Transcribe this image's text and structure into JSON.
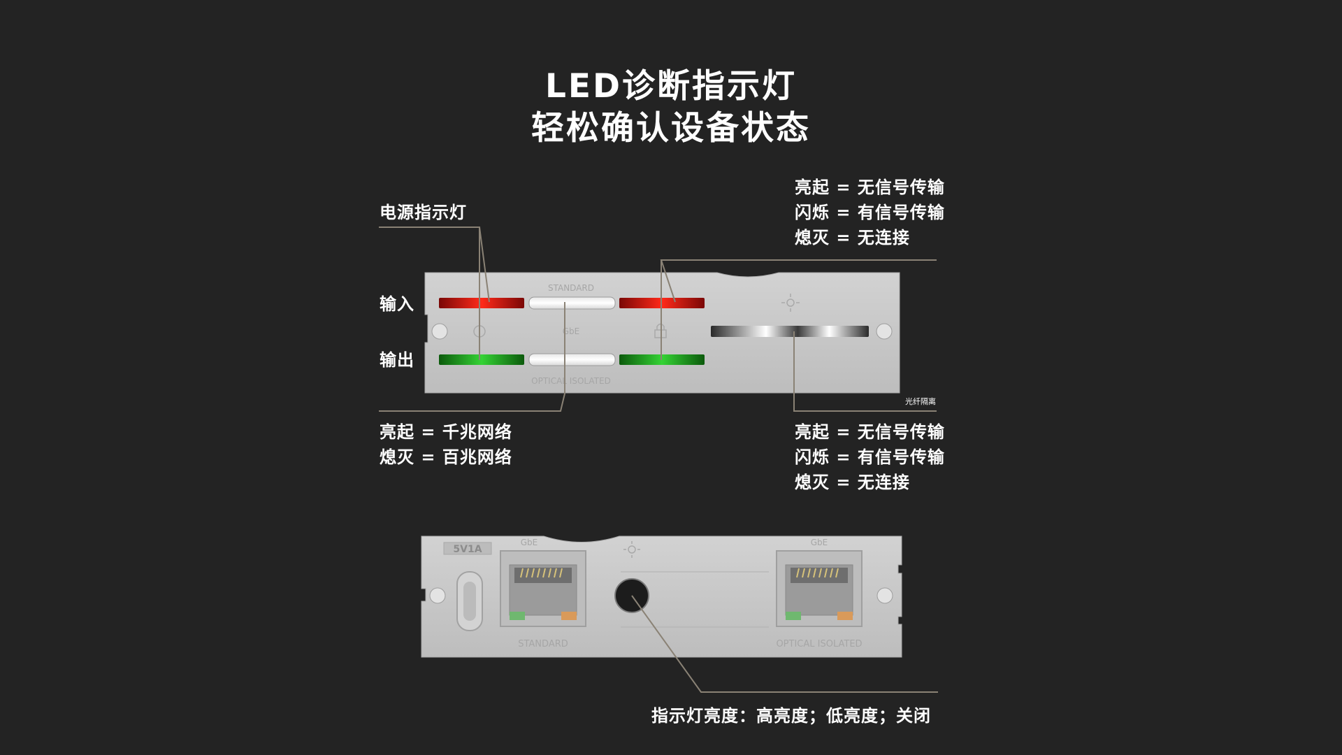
{
  "header": {
    "line1": "LED诊断指示灯",
    "line2": "轻松确认设备状态"
  },
  "front_panel": {
    "power_label": "电源指示灯",
    "input_label": "输入",
    "output_label": "输出",
    "top_right_legend": [
      "亮起 = 无信号传输",
      "闪烁 = 有信号传输",
      "熄灭 = 无连接"
    ],
    "bottom_left_legend": [
      "亮起 = 千兆网络",
      "熄灭 = 百兆网络"
    ],
    "bottom_right_legend": [
      "亮起 = 无信号传输",
      "闪烁 = 有信号传输",
      "熄灭 = 无连接"
    ],
    "fiber_label": "光纤隔离",
    "silk_standard": "STANDARD",
    "silk_gbe": "GbE",
    "silk_optical": "OPTICAL ISOLATED"
  },
  "rear_panel": {
    "power_spec": "5V1A",
    "left_port_top": "GbE",
    "left_port_bottom": "STANDARD",
    "right_port_top": "GbE",
    "right_port_bottom": "OPTICAL ISOLATED",
    "caption": "指示灯亮度：高亮度；低亮度；关闭"
  },
  "colors": {
    "background": "#232323",
    "panel": "#c9c9c9",
    "led_red": "#e0150f",
    "led_green": "#1fb51f",
    "led_white": "#ffffff",
    "leader_line": "#8a8275"
  },
  "icons": [
    "power-icon",
    "lock-icon",
    "brightness-icon",
    "sun-icon"
  ]
}
